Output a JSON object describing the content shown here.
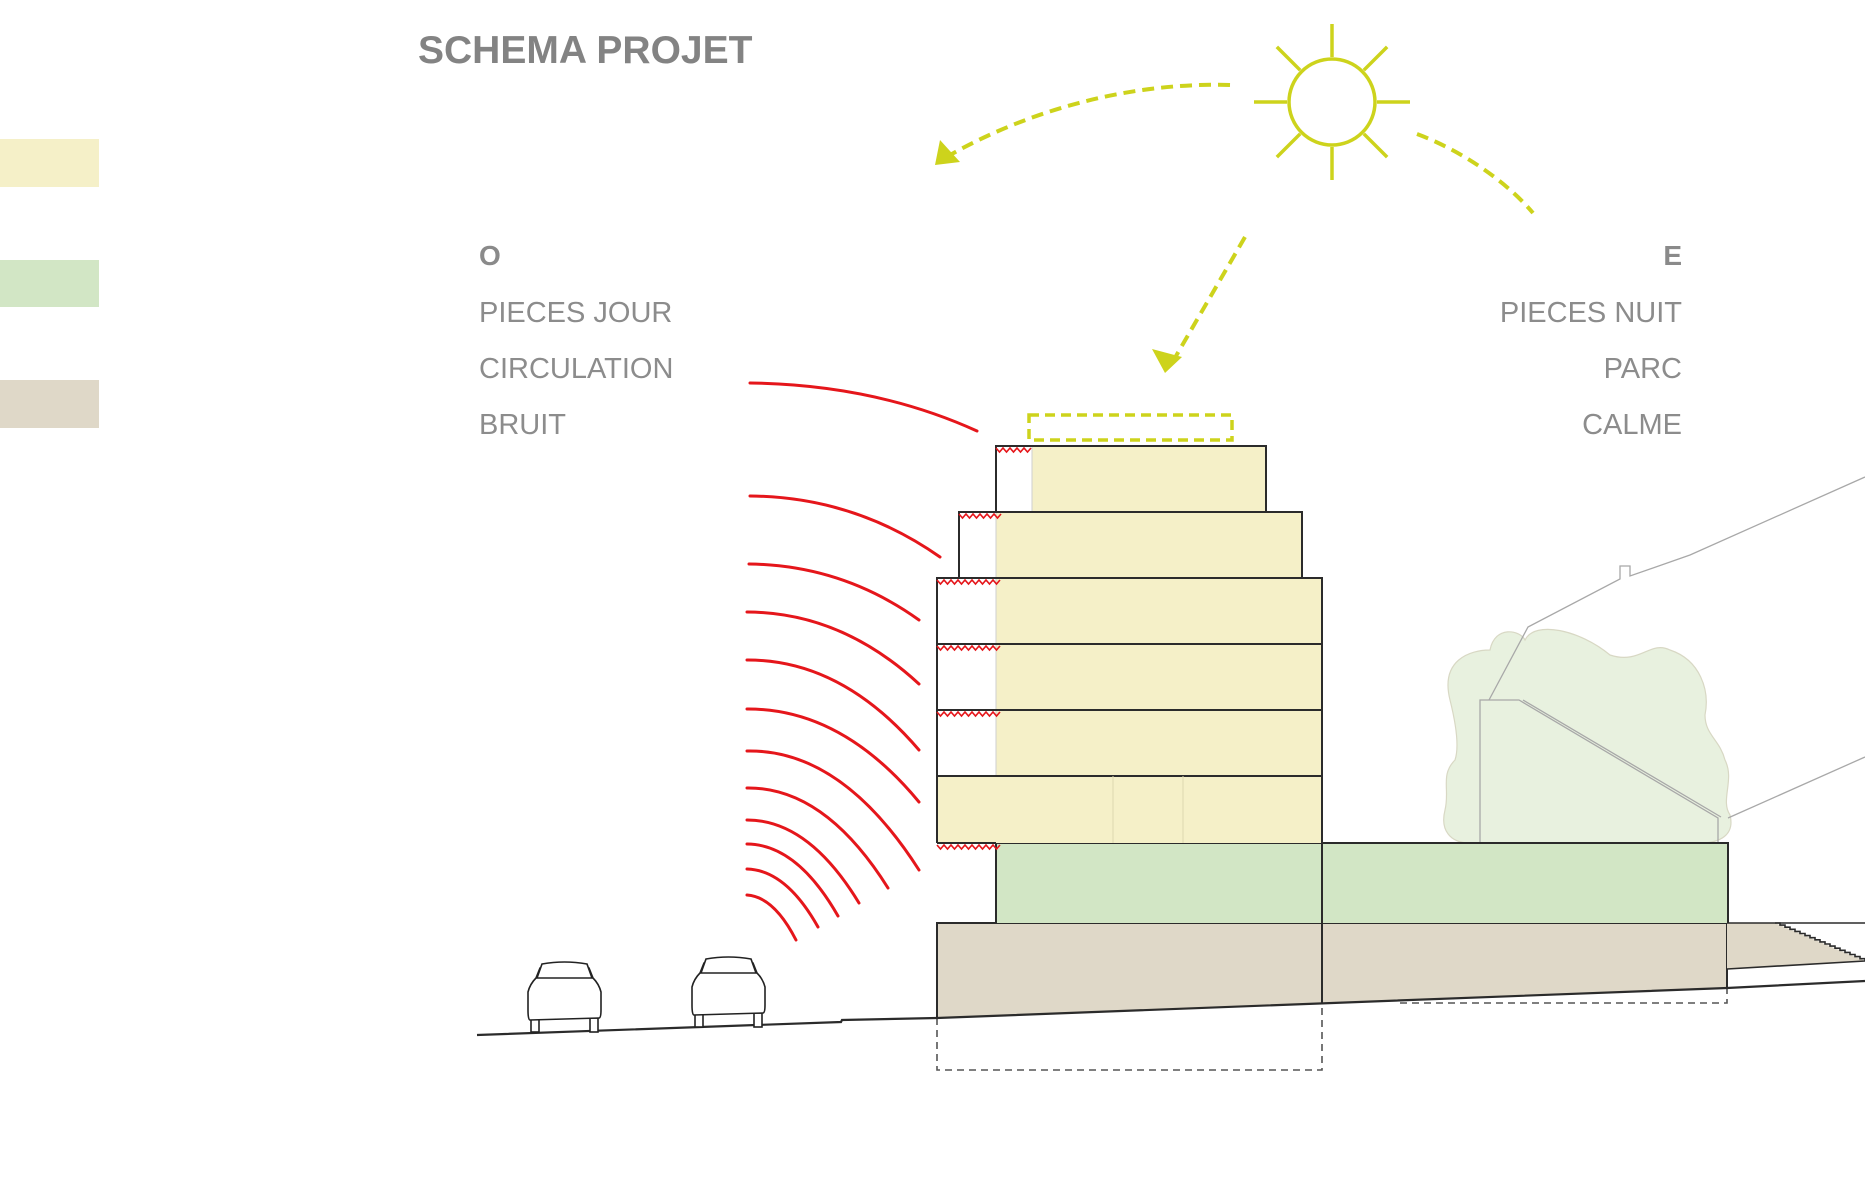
{
  "title": "SCHEMA PROJET",
  "colors": {
    "day_rooms": "#f5f0c8",
    "park_level": "#d2e6c5",
    "plinth": "#dfd8c8",
    "sun": "#cdd31c",
    "noise": "#e5161b",
    "tree": "#e8f1df",
    "text": "#8a8a8a"
  },
  "legend": [
    {
      "name": "legend-swatch-yellow",
      "color_key": "day_rooms"
    },
    {
      "name": "legend-swatch-green",
      "color_key": "park_level"
    },
    {
      "name": "legend-swatch-beige",
      "color_key": "plinth"
    }
  ],
  "west": {
    "orientation": "O",
    "labels": [
      "PIECES JOUR",
      "CIRCULATION",
      "BRUIT"
    ]
  },
  "east": {
    "orientation": "E",
    "labels": [
      "PIECES NUIT",
      "PARC",
      "CALME"
    ]
  },
  "building": {
    "upper_floors": 6,
    "park_levels": 1,
    "plinth_levels": 1
  },
  "noise_waves": 12,
  "cars": 2
}
